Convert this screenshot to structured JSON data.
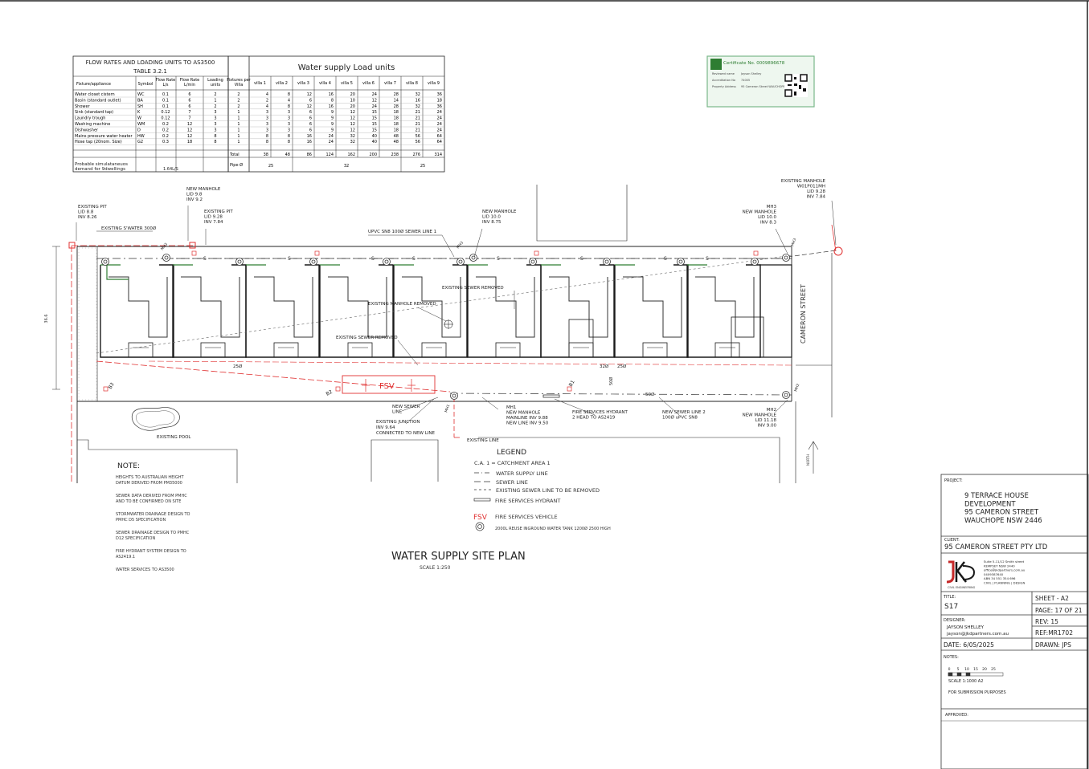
{
  "flow_table": {
    "title": "FLOW RATES AND LOADING UNITS TO AS3500",
    "subtitle": "TABLE 3.2.1",
    "headers": [
      "Fixture/appliance",
      "Symbol",
      "Flow Rate L/s",
      "Flow Rate L/min",
      "Loading units",
      "Fixtures per Villa"
    ],
    "rows": [
      [
        "Water closet cistern",
        "WC",
        "0.1",
        "6",
        "2",
        "2"
      ],
      [
        "Basin (standard outlet)",
        "BA",
        "0.1",
        "6",
        "1",
        "2"
      ],
      [
        "Shower",
        "SH",
        "0.1",
        "6",
        "2",
        "2"
      ],
      [
        "Sink (standard tap)",
        "K",
        "0.12",
        "7",
        "3",
        "1"
      ],
      [
        "Laundry trough",
        "W",
        "0.12",
        "7",
        "3",
        "1"
      ],
      [
        "Washing machine",
        "WM",
        "0.2",
        "12",
        "3",
        "1"
      ],
      [
        "Dishwasher",
        "D",
        "0.2",
        "12",
        "3",
        "1"
      ],
      [
        "Mains pressure water heater",
        "HW",
        "0.2",
        "12",
        "8",
        "1"
      ],
      [
        "Hose tap (20nom. Size)",
        "G2",
        "0.3",
        "18",
        "8",
        "1"
      ]
    ],
    "total_label": "Total",
    "pipe_label": "Pipe Ø",
    "demand_label": "Probable simulataneuos demand for 9dwellings",
    "demand_value": "1.64L/S"
  },
  "load_table": {
    "title": "Water supply Load units",
    "villas": [
      "villa 1",
      "villa 2",
      "villa 3",
      "villa 4",
      "villa 5",
      "villa 6",
      "villa 7",
      "villa 8",
      "villa 9"
    ],
    "rows": [
      [
        "4",
        "8",
        "12",
        "16",
        "20",
        "24",
        "28",
        "32",
        "36"
      ],
      [
        "2",
        "4",
        "6",
        "8",
        "10",
        "12",
        "14",
        "16",
        "18"
      ],
      [
        "4",
        "8",
        "12",
        "16",
        "20",
        "24",
        "28",
        "32",
        "36"
      ],
      [
        "3",
        "3",
        "6",
        "9",
        "12",
        "15",
        "18",
        "21",
        "24"
      ],
      [
        "3",
        "3",
        "6",
        "9",
        "12",
        "15",
        "18",
        "21",
        "24"
      ],
      [
        "3",
        "3",
        "6",
        "9",
        "12",
        "15",
        "18",
        "21",
        "24"
      ],
      [
        "3",
        "3",
        "6",
        "9",
        "12",
        "15",
        "18",
        "21",
        "24"
      ],
      [
        "8",
        "8",
        "16",
        "24",
        "32",
        "40",
        "48",
        "56",
        "64"
      ],
      [
        "8",
        "8",
        "16",
        "24",
        "32",
        "40",
        "48",
        "56",
        "64"
      ]
    ],
    "totals": [
      "38",
      "48",
      "86",
      "124",
      "162",
      "200",
      "238",
      "276",
      "314"
    ],
    "pipe": [
      "25",
      "32",
      "25"
    ]
  },
  "certificate": {
    "number": "Certificate No. 0009896678",
    "line1": "Reviewed name",
    "line1_val": "Jayson Shelley",
    "line2": "Accreditation No",
    "line2_val": "74005",
    "line3": "Property Address",
    "line3_val": "95 Cameron Street WAUCHOPE NSW 2446"
  },
  "labels": {
    "existing_pit": [
      "EXISTING PIT",
      "LID 8.8",
      "INV 8.26"
    ],
    "new_manhole_1": [
      "NEW MANHOLE",
      "LID 9.8",
      "INV 9.2"
    ],
    "existing_pit_2": [
      "EXISTING PIT",
      "LID 9.28",
      "INV 7.84"
    ],
    "existing_swater": "EXISTING S'WATER 300Ø",
    "upvc": "UPVC SN8 100Ø SEWER LINE 1",
    "new_manhole_2": [
      "NEW MANHOLE",
      "LID 10.0",
      "INV 8.75"
    ],
    "mh3": [
      "MH3",
      "NEW MANHOLE",
      "LID 10.0",
      "INV 8.3"
    ],
    "existing_manhole_top": [
      "EXISTING MANHOLE",
      "W01P011MH",
      "LID 9.28",
      "INV 7.84"
    ],
    "existing_sewer_removed_1": "EXISTING SEWER REMOVED",
    "existing_manhole_removed": "EXISTING MANHOLE REMOVED",
    "existing_sewer_removed_2": "EXISTING SEWER REMOVED",
    "cameron_street": "CAMERON STREET",
    "dim_left": "36.6",
    "pipe_25a": "25Ø",
    "pipe_32": "32Ø",
    "pipe_25b": "25Ø",
    "pipe_50a": "50Ø",
    "pipe_50b": "50Ø",
    "fsv": "FSV",
    "b1": "B1",
    "b2": "B2",
    "b3": "B3",
    "mh1_tag": "MH1",
    "mh2_tag": "MH2",
    "mh3_tag": "MH3",
    "new_sewer_line": [
      "NEW SEWER",
      "LINE"
    ],
    "existing_junction": [
      "EXISTING JUNCTION",
      "INV 9.64",
      "CONNECTED TO NEW LINE"
    ],
    "mh1": [
      "MH1",
      "NEW MANHOLE",
      "MAINLINE INV 9.88",
      "NEW LINE INV 9.50"
    ],
    "fire_hydrant": [
      "FIRE SERVICES HYDRANT",
      "2 HEAD TO AS2419"
    ],
    "new_sewer_line_2": [
      "NEW SEWER LINE 2",
      "100Ø uPVC SN8"
    ],
    "mh2": [
      "MH2",
      "NEW MANHOLE",
      "LID 11.18",
      "INV 9.00"
    ],
    "existing_pool": "EXISTING POOL",
    "existing_line": "EXISTING LINE",
    "north": "NORTH"
  },
  "legend": {
    "title": "LEGEND",
    "items": [
      "C.A. 1 = CATCHMENT AREA 1",
      "WATER SUPPLY LINE",
      "SEWER LINE",
      "EXISTING SEWER LINE TO BE REMOVED",
      "FIRE SERVICES HYDRANT",
      "FIRE SERVICES VEHICLE",
      "2000L REUSE INGROUND WATER TANK 1200Ø 2500 HIGH"
    ],
    "fsv_symbol": "FSV"
  },
  "notes": {
    "title": "NOTE:",
    "items": [
      [
        "HEIGHTS TO AUSTRALIAN HEIGHT",
        "DATUM DERIVED FROM PM35000"
      ],
      [
        "SEWER DATA DERIVED FROM PMHC",
        "AND TO BE CONFIRMED ON SITE"
      ],
      [
        "STORMWATER DRAINAGE DESIGN TO",
        "PMHC D5 SPECIFICATION"
      ],
      [
        "SEWER DRAINAGE DESIGN TO PMHC",
        "D12 SPECIFICATION"
      ],
      [
        "FIRE HYDRANT SYSTEM DESIGN TO",
        "AS2419.1"
      ],
      [
        "WATER SERVICES TO AS3500"
      ]
    ]
  },
  "plan_title": "WATER SUPPLY SITE PLAN",
  "plan_scale": "SCALE 1:250",
  "title_block": {
    "project_label": "PROJECT:",
    "project": [
      "9 TERRACE HOUSE",
      "DEVELOPMENT",
      "95 CAMERON STREET",
      "WAUCHOPE NSW 2446"
    ],
    "client_label": "CLIENT:",
    "client": "95 CAMERON STREET PTY LTD",
    "logo_sub": "CIVIL ENGINEERING",
    "company": [
      "Suite 5-11/12 Smith street",
      "KEMPSEY NSW 2440",
      "office@jkdpartners.com.au",
      "0409387640",
      "ABN 34 551 354 696",
      "CIVIL | PLANNING | DESIGN"
    ],
    "title_label": "TITLE:",
    "title": "S17",
    "sheet": "SHEET - A2",
    "page": "PAGE: 17 OF 21",
    "designer_label": "DESIGNER:",
    "designer": "JAYSON SHELLEY",
    "email": "jayson@jkdpartners.com.au",
    "rev": "REV: 15",
    "ref": "REF:MR1702",
    "date": "DATE: 6/05/2025",
    "drawn": "DRAWN: JPS",
    "notes_label": "NOTES:",
    "scale_ticks": [
      "0",
      "5",
      "10",
      "15",
      "20",
      "25"
    ],
    "scale": "SCALE 1:1000 A2",
    "purpose": "FOR SUBMISSION PURPOSES",
    "approved_label": "APPROVED:"
  },
  "colors": {
    "water": "#e03030",
    "line": "#333333",
    "wall": "#1a1a1a",
    "green": "#2e7d32",
    "jk": "#c62828"
  }
}
